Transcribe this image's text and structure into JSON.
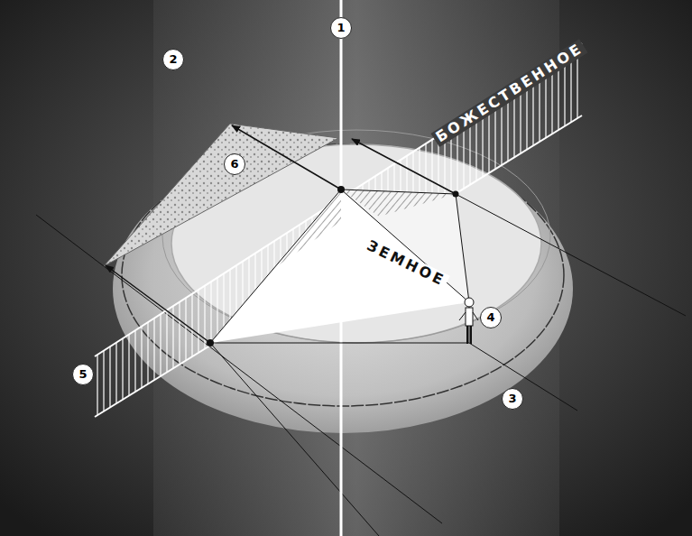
{
  "diagram": {
    "labels": [
      "1",
      "2",
      "3",
      "4",
      "5",
      "6",
      "БОЖЕСТВЕННОЕ",
      "ЗЕМНОЕ"
    ]
  }
}
